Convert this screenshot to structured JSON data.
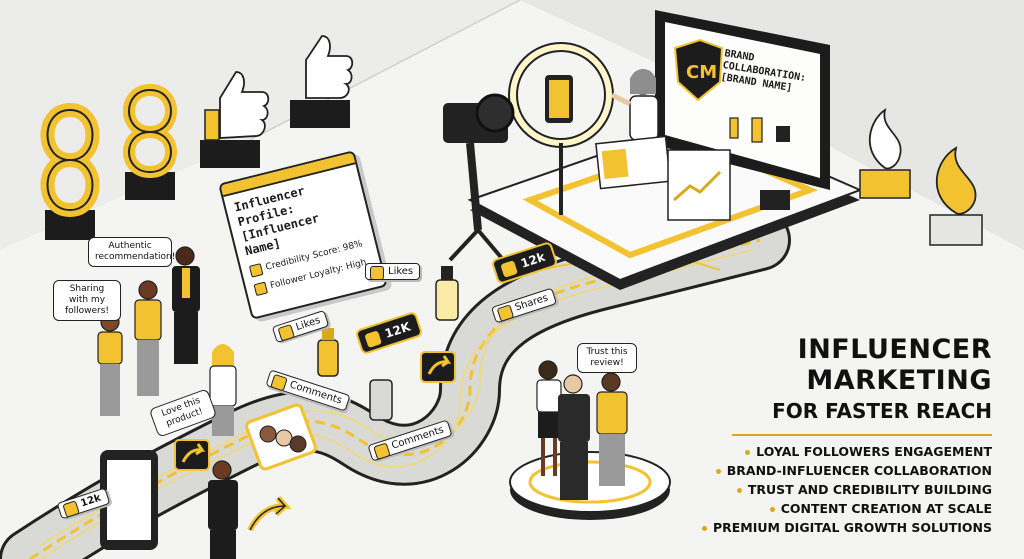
{
  "bubbles": {
    "authentic": "Authentic recommendation!",
    "sharing": "Sharing with my followers!",
    "love": "Love this product!",
    "trust": "Trust this review!"
  },
  "profile_card": {
    "title": "Influencer Profile: [Influencer Name]",
    "credibility": "Credibility Score: 98%",
    "loyalty": "Follower Loyalty: High"
  },
  "monitor": {
    "text": "BRAND COLLABORATION: [BRAND NAME]"
  },
  "chips": {
    "likes_top": "Likes",
    "likes_mid": "Likes",
    "shares": "Shares",
    "comments_left": "Comments",
    "comments_right": "Comments",
    "count_top": "12k",
    "count_mid": "12K",
    "count_low": "12k"
  },
  "headline": {
    "line1": "INFLUENCER",
    "line2": "MARKETING",
    "line3": "FOR FASTER REACH"
  },
  "bullets": [
    "LOYAL FOLLOWERS ENGAGEMENT",
    "BRAND-INFLUENCER COLLABORATION",
    "TRUST AND CREDIBILITY BUILDING",
    "CONTENT CREATION AT SCALE",
    "PREMIUM DIGITAL GROWTH SOLUTIONS"
  ],
  "colors": {
    "accent": "#f2c230",
    "dark": "#1c1c1c",
    "background": "#f4f4f2"
  }
}
